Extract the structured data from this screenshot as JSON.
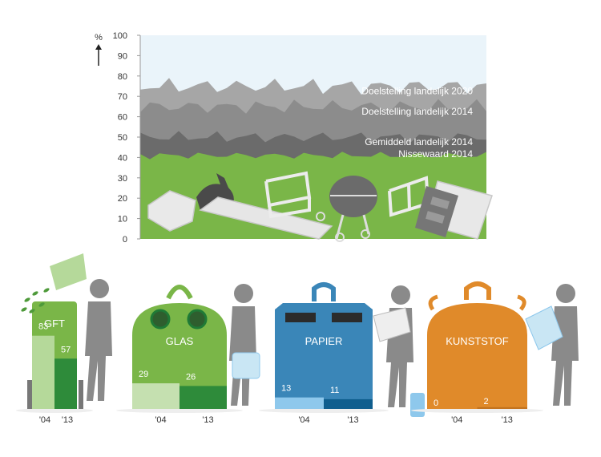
{
  "chart_data": [
    {
      "type": "area",
      "yunit": "%",
      "ylim": [
        0,
        100
      ],
      "yticks": [
        0,
        10,
        20,
        30,
        40,
        50,
        60,
        70,
        80,
        90,
        100
      ],
      "bands": [
        {
          "label": "Doelstelling landelijk  2020",
          "value": 75,
          "color": "#a6a6a6"
        },
        {
          "label": "Doelstelling landelijk 2014",
          "value": 65,
          "color": "#8c8c8c"
        },
        {
          "label": "Gemiddeld landelijk 2014",
          "value": 50,
          "color": "#6b6b6b"
        },
        {
          "label": "Nissewaard 2014",
          "value": 41,
          "color": "#7ab648"
        }
      ]
    },
    {
      "type": "bar",
      "categories": [
        "'04",
        "'13"
      ],
      "groups": [
        {
          "label": "GFT",
          "values": [
            83,
            57
          ],
          "color": "#7ab648",
          "light": "#b5d99a",
          "dark": "#2e8b3a"
        },
        {
          "label": "GLAS",
          "values": [
            29,
            26
          ],
          "color": "#7ab648",
          "light": "#c5e0b0",
          "dark": "#2e8b3a"
        },
        {
          "label": "PAPIER",
          "values": [
            13,
            11
          ],
          "color": "#3a86b8",
          "light": "#8ec8ec",
          "dark": "#0f5e8e"
        },
        {
          "label": "KUNSTSTOF",
          "values": [
            0,
            2
          ],
          "color": "#e08a2a",
          "light": "#f8cfa2",
          "dark": "#c4731e"
        }
      ]
    }
  ]
}
